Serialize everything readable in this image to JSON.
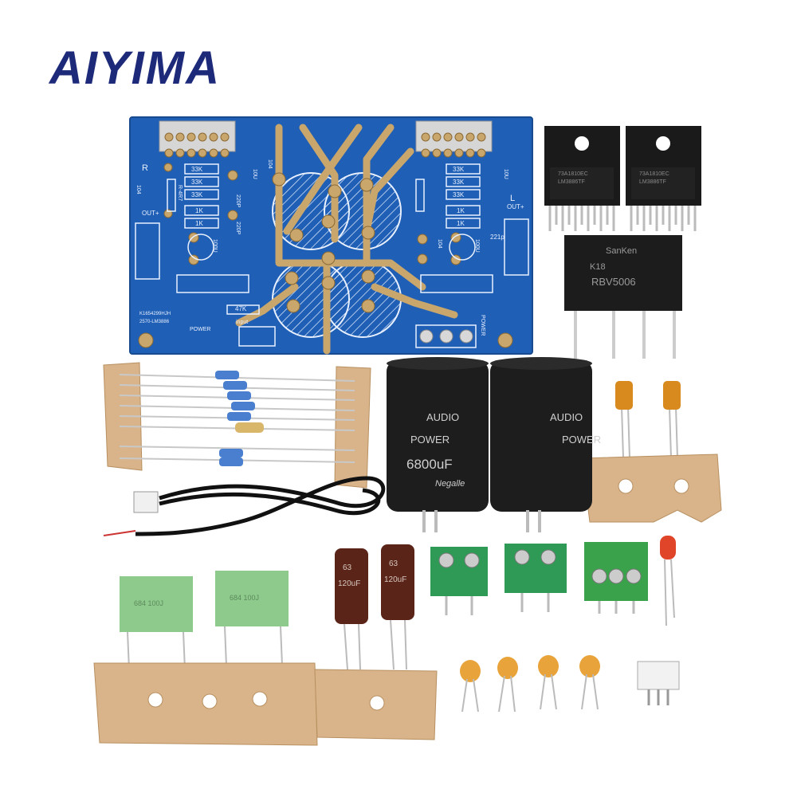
{
  "brand": {
    "logo_text": "AIYIMA",
    "logo_color": "#1d2a7a"
  },
  "pcb": {
    "board_color": "#1f5fb5",
    "silk_color": "#e8f0ff",
    "copper_color": "#c9a66b",
    "labels": {
      "res_33k_1": "33K",
      "res_33k_2": "33K",
      "res_33k_3": "33K",
      "res_1k_1": "1K",
      "res_1k_2": "1K",
      "res_33k_r1": "33K",
      "res_33k_r2": "33K",
      "res_33k_r3": "33K",
      "res_1k_r1": "1K",
      "res_1k_r2": "1K",
      "r4r7": "R-4R7",
      "c220p_1": "220P",
      "c220p_2": "220P",
      "c221p": "221p",
      "c10u": "10U",
      "c10u_r": "10U",
      "c104_1": "104",
      "c104_2": "104",
      "c104_3": "104",
      "c100u_l": "100U",
      "c100u_r": "100U",
      "r47k": "47K",
      "ch_r": "R",
      "ch_l": "L",
      "out_plus_l": "OUT+",
      "out_plus_r": "OUT+",
      "power_left": "POWER",
      "power_right": "POWER",
      "input": "input",
      "board_id": "K1654299HJH",
      "board_model": "2570-LM3886"
    }
  },
  "components": {
    "ic_marking": "LM3886TF",
    "ic_date": "73A1810EC",
    "bridge_brand": "SanKen",
    "bridge_code": "K18",
    "bridge_model": "RBV5006",
    "cap_series": "AUDIO",
    "cap_power": "POWER",
    "cap_value": "6800uF",
    "cap_brand": "Negalle",
    "film_cap_value": "684 100J",
    "elec_cap_voltage": "63",
    "elec_cap_value": "120uF"
  }
}
